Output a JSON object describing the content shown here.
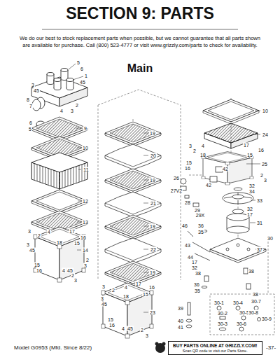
{
  "diagram": {
    "title": "SECTION 9: PARTS",
    "nodes": [
      {
        "text": [
          "BUY PARTS ONLINE AT GRIZZLY.COM!",
          "Scan QR code to visit our Parts Store."
        ]
      }
    ],
    "labels": [
      "We do our best to stock replacement parts when possible, but we cannot guarantee that all parts shown are available for purchase. Call (800) 523-4777 or visit www.grizzly.com/parts to check for availability.",
      "Main",
      "3",
      "45",
      "5",
      "6",
      "1",
      "45",
      "8",
      "7",
      "4",
      "3",
      "2",
      "6",
      "5",
      "9",
      "10",
      "11",
      "12",
      "13",
      "3",
      "2",
      "4",
      "17",
      "16",
      "15",
      "18",
      "3",
      "45",
      "14",
      "2",
      "3",
      "15",
      "16",
      "4",
      "45",
      "2",
      "3",
      "19",
      "20",
      "19",
      "21",
      "19",
      "22",
      "19",
      "3",
      "2",
      "4",
      "17",
      "16",
      "15",
      "18",
      "3",
      "45",
      "23",
      "15",
      "16",
      "4",
      "45",
      "2",
      "3",
      "10",
      "24",
      "3",
      "2",
      "4",
      "18",
      "17",
      "16",
      "15",
      "25",
      "15",
      "16",
      "42",
      "2",
      "3",
      "26",
      "42",
      "27V2",
      "32",
      "34",
      "28",
      "33",
      "29",
      "29X",
      "32",
      "17",
      "31",
      "46",
      "36",
      "35",
      "30",
      "37",
      "43",
      "44",
      "17",
      "32",
      "38",
      "38",
      "36",
      "35",
      "38",
      "30-1",
      "30-4",
      "30-7",
      "30-2",
      "30-5",
      "30-8",
      "30-9",
      "30-3",
      "30-6",
      "39",
      "40",
      "41",
      "Model G0953 (Mfd. Since 8/22)",
      "-37-"
    ]
  }
}
